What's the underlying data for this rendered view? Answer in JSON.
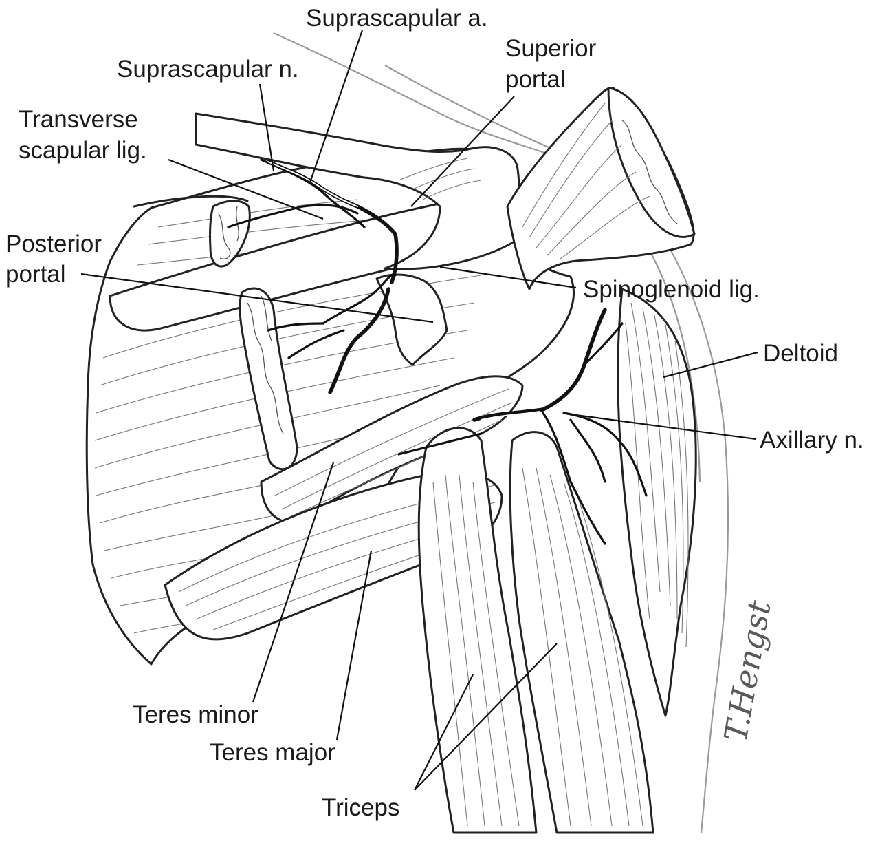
{
  "labels": {
    "suprascapular_a": "Suprascapular a.",
    "superior_portal_line1": "Superior",
    "superior_portal_line2": "portal",
    "suprascapular_n": "Suprascapular n.",
    "transverse_line1": "Transverse",
    "transverse_line2": "scapular lig.",
    "posterior_portal_line1": "Posterior",
    "posterior_portal_line2": "portal",
    "spinoglenoid": "Spinoglenoid lig.",
    "deltoid": "Deltoid",
    "axillary_n": "Axillary n.",
    "teres_minor": "Teres minor",
    "teres_major": "Teres major",
    "triceps": "Triceps"
  },
  "signature": "T.Hengst",
  "colors": {
    "line": "#222222",
    "fiber": "#777777",
    "skin_outline": "#9a9a9a",
    "background": "#ffffff"
  }
}
